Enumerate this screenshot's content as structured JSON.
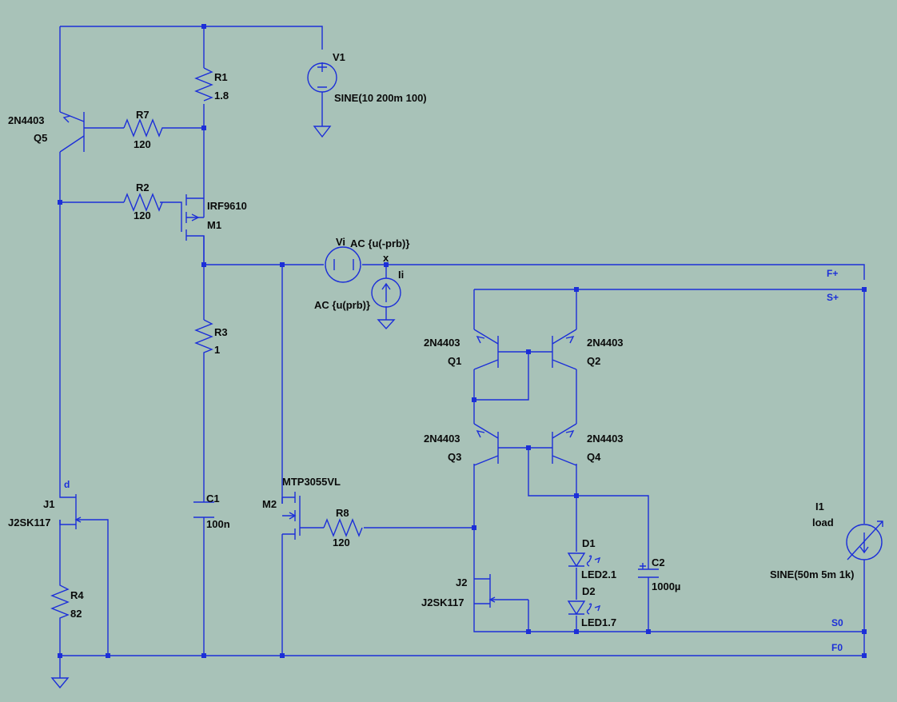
{
  "components": {
    "v1": {
      "name": "V1",
      "value": "SINE(10 200m 100)"
    },
    "r1": {
      "name": "R1",
      "value": "1.8"
    },
    "r7": {
      "name": "R7",
      "value": "120"
    },
    "r2": {
      "name": "R2",
      "value": "120"
    },
    "q5": {
      "name": "Q5",
      "model": "2N4403"
    },
    "m1": {
      "name": "M1",
      "model": "IRF9610"
    },
    "r3": {
      "name": "R3",
      "value": "1"
    },
    "c1": {
      "name": "C1",
      "value": "100n"
    },
    "vi": {
      "name": "Vi",
      "value": "AC {u(-prb)}"
    },
    "ii": {
      "name": "Ii",
      "value": "AC {u(prb)}"
    },
    "probe": {
      "name": "x"
    },
    "q1": {
      "name": "Q1",
      "model": "2N4403"
    },
    "q2": {
      "name": "Q2",
      "model": "2N4403"
    },
    "q3": {
      "name": "Q3",
      "model": "2N4403"
    },
    "q4": {
      "name": "Q4",
      "model": "2N4403"
    },
    "m2": {
      "name": "M2",
      "model": "MTP3055VL"
    },
    "r8": {
      "name": "R8",
      "value": "120"
    },
    "j1": {
      "name": "J1",
      "model": "J2SK117",
      "pin": "d"
    },
    "r4": {
      "name": "R4",
      "value": "82"
    },
    "j2": {
      "name": "J2",
      "model": "J2SK117"
    },
    "d1": {
      "name": "D1",
      "model": "LED2.1"
    },
    "d2": {
      "name": "D2",
      "model": "LED1.7"
    },
    "c2": {
      "name": "C2",
      "value": "1000µ"
    },
    "i1": {
      "name": "I1",
      "value": "load",
      "spec": "SINE(50m 5m 1k)"
    }
  },
  "nets": {
    "f_plus": "F+",
    "s_plus": "S+",
    "s0": "S0",
    "f0": "F0"
  },
  "colors": {
    "background": "#a8c2b8",
    "wire": "#1c2fd8",
    "text": "#0a0a0a"
  }
}
